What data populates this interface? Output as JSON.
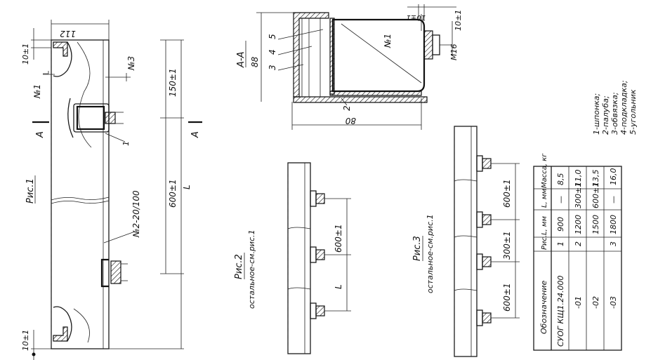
{
  "fig1": {
    "title": "Рис.1",
    "dim_width": "112",
    "dim_top": "10±1",
    "dim_bottom": "10±1",
    "dim_150": "150±1",
    "dim_600": "600±1",
    "dim_L": "L",
    "label_no1": "№1",
    "label_no3": "№3",
    "label_no2": "№2-20/100",
    "section_mark": "А",
    "leader_1": "1"
  },
  "section_aa": {
    "title": "А-А",
    "dim_height": "88",
    "dim_width": "80",
    "dim_top": "10±1",
    "dim_right": "10±1",
    "bolt": "М16",
    "label_no1": "№1",
    "parts": [
      "3",
      "4",
      "5"
    ],
    "part_2": "2"
  },
  "fig2": {
    "title": "Рис.2",
    "note": "остальное-см.рис.1",
    "dim_600": "600±1",
    "dim_L": "L"
  },
  "fig3": {
    "title": "Рис.3",
    "note": "остальное-см.рис.1",
    "dims": [
      "600±1",
      "300±1",
      "600±1"
    ]
  },
  "parts_list": [
    "1-шпонка;",
    "2-палуба;",
    "3-обвязка;",
    "4-подкладка;",
    "5-угольник"
  ],
  "table": {
    "headers": [
      "Обозначение",
      "Рис.",
      "L, мм",
      "L, мм",
      "Масса, кг"
    ],
    "rows": [
      [
        "СУОГ КЩ1.24.000",
        "1",
        "900",
        "—",
        "8,5"
      ],
      [
        "-01",
        "2",
        "1200",
        "300±1",
        "11,0"
      ],
      [
        "-02",
        "",
        "1500",
        "600±1",
        "13,5"
      ],
      [
        "-03",
        "3",
        "1800",
        "—",
        "16,0"
      ]
    ]
  }
}
